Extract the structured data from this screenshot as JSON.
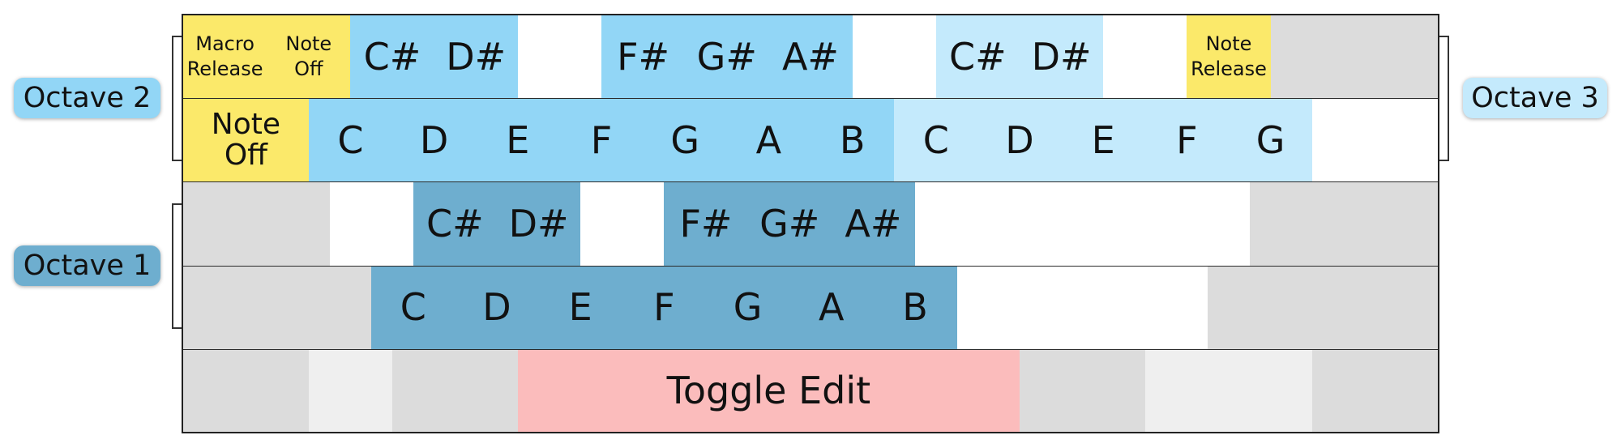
{
  "colors": {
    "octave1": "#6eaecf",
    "octave2": "#92d6f6",
    "octave3": "#c4eafc",
    "special": "#fbe96a",
    "toggle": "#fbbcbc",
    "blank": "#ffffff",
    "inactive": "#dcdcdc",
    "inactive_light": "#efefef"
  },
  "labels": {
    "octave1": "Octave 1",
    "octave2": "Octave 2",
    "octave3": "Octave 3"
  },
  "rows": [
    [
      {
        "text": "Macro\nRelease",
        "kind": "special",
        "u": 1,
        "size": "small"
      },
      {
        "text": "Note\nOff",
        "kind": "special",
        "u": 1,
        "size": "small"
      },
      {
        "text": "C#",
        "kind": "octave2",
        "u": 1
      },
      {
        "text": "D#",
        "kind": "octave2",
        "u": 1
      },
      {
        "text": "",
        "kind": "blank",
        "u": 1
      },
      {
        "text": "F#",
        "kind": "octave2",
        "u": 1
      },
      {
        "text": "G#",
        "kind": "octave2",
        "u": 1
      },
      {
        "text": "A#",
        "kind": "octave2",
        "u": 1
      },
      {
        "text": "",
        "kind": "blank",
        "u": 1
      },
      {
        "text": "C#",
        "kind": "octave3",
        "u": 1
      },
      {
        "text": "D#",
        "kind": "octave3",
        "u": 1
      },
      {
        "text": "",
        "kind": "blank",
        "u": 1
      },
      {
        "text": "Note\nRelease",
        "kind": "special",
        "u": 1,
        "size": "small"
      },
      {
        "text": "",
        "kind": "inactive",
        "u": 2
      }
    ],
    [
      {
        "text": "Note\nOff",
        "kind": "special",
        "u": 1.5,
        "size": "med"
      },
      {
        "text": "C",
        "kind": "octave2",
        "u": 1
      },
      {
        "text": "D",
        "kind": "octave2",
        "u": 1
      },
      {
        "text": "E",
        "kind": "octave2",
        "u": 1
      },
      {
        "text": "F",
        "kind": "octave2",
        "u": 1
      },
      {
        "text": "G",
        "kind": "octave2",
        "u": 1
      },
      {
        "text": "A",
        "kind": "octave2",
        "u": 1
      },
      {
        "text": "B",
        "kind": "octave2",
        "u": 1
      },
      {
        "text": "C",
        "kind": "octave3",
        "u": 1
      },
      {
        "text": "D",
        "kind": "octave3",
        "u": 1
      },
      {
        "text": "E",
        "kind": "octave3",
        "u": 1
      },
      {
        "text": "F",
        "kind": "octave3",
        "u": 1
      },
      {
        "text": "G",
        "kind": "octave3",
        "u": 1
      },
      {
        "text": "",
        "kind": "blank",
        "u": 1.5
      }
    ],
    [
      {
        "text": "",
        "kind": "inactive",
        "u": 1.75
      },
      {
        "text": "",
        "kind": "blank",
        "u": 1
      },
      {
        "text": "C#",
        "kind": "octave1",
        "u": 1
      },
      {
        "text": "D#",
        "kind": "octave1",
        "u": 1
      },
      {
        "text": "",
        "kind": "blank",
        "u": 1
      },
      {
        "text": "F#",
        "kind": "octave1",
        "u": 1
      },
      {
        "text": "G#",
        "kind": "octave1",
        "u": 1
      },
      {
        "text": "A#",
        "kind": "octave1",
        "u": 1
      },
      {
        "text": "",
        "kind": "blank",
        "u": 1
      },
      {
        "text": "",
        "kind": "blank",
        "u": 1
      },
      {
        "text": "",
        "kind": "blank",
        "u": 1
      },
      {
        "text": "",
        "kind": "blank",
        "u": 1
      },
      {
        "text": "",
        "kind": "inactive",
        "u": 2.25
      }
    ],
    [
      {
        "text": "",
        "kind": "inactive",
        "u": 2.25
      },
      {
        "text": "C",
        "kind": "octave1",
        "u": 1
      },
      {
        "text": "D",
        "kind": "octave1",
        "u": 1
      },
      {
        "text": "E",
        "kind": "octave1",
        "u": 1
      },
      {
        "text": "F",
        "kind": "octave1",
        "u": 1
      },
      {
        "text": "G",
        "kind": "octave1",
        "u": 1
      },
      {
        "text": "A",
        "kind": "octave1",
        "u": 1
      },
      {
        "text": "B",
        "kind": "octave1",
        "u": 1
      },
      {
        "text": "",
        "kind": "blank",
        "u": 1
      },
      {
        "text": "",
        "kind": "blank",
        "u": 1
      },
      {
        "text": "",
        "kind": "blank",
        "u": 1
      },
      {
        "text": "",
        "kind": "inactive",
        "u": 2.75
      }
    ],
    [
      {
        "text": "",
        "kind": "inactive",
        "u": 1.5
      },
      {
        "text": "",
        "kind": "inactive_light",
        "u": 1
      },
      {
        "text": "",
        "kind": "inactive",
        "u": 1.5
      },
      {
        "text": "Toggle Edit",
        "kind": "toggle",
        "u": 6
      },
      {
        "text": "",
        "kind": "inactive",
        "u": 1.5
      },
      {
        "text": "",
        "kind": "inactive_light",
        "u": 1
      },
      {
        "text": "",
        "kind": "inactive_light",
        "u": 1
      },
      {
        "text": "",
        "kind": "inactive",
        "u": 1.5
      }
    ]
  ]
}
